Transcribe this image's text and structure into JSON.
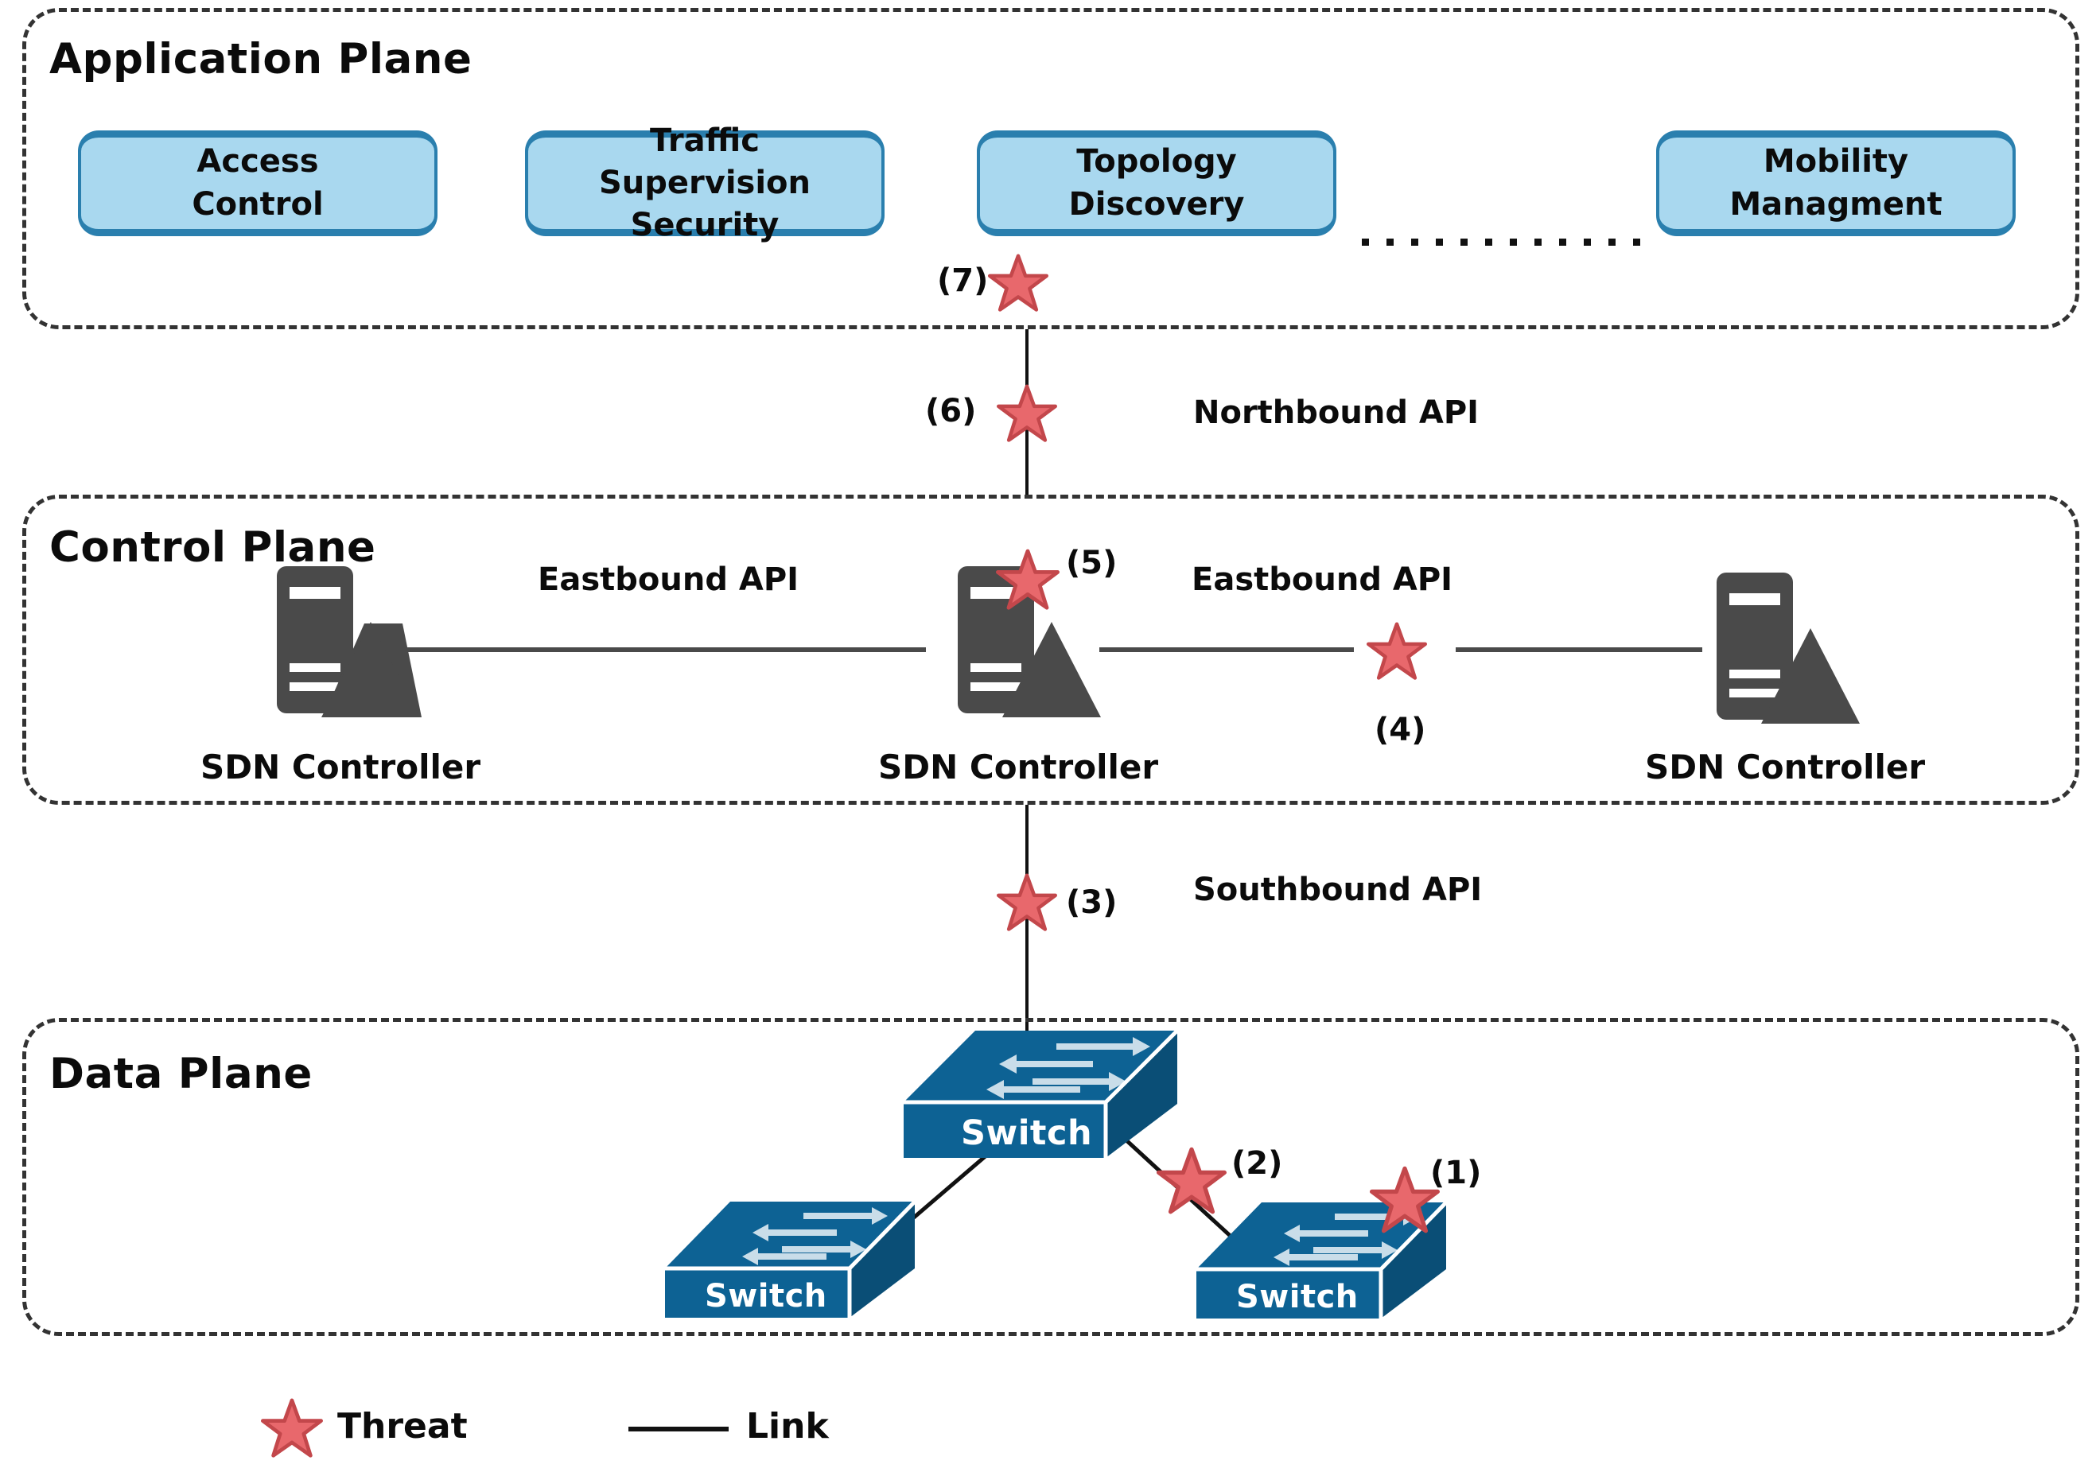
{
  "diagram": {
    "title": "SDN architecture threat model",
    "colors": {
      "app_box_fill": "#a9d8ef",
      "app_box_border": "#2a7fae",
      "threat_star_fill": "#e8686c",
      "threat_star_stroke": "#c3474b",
      "switch_blue": "#0d6294",
      "switch_blue_dark": "#0a4e76",
      "controller_gray": "#4a4a4a",
      "plane_border": "#333333",
      "link_line": "#4a4a4a"
    }
  },
  "planes": [
    {
      "id": "application-plane",
      "title": "Application Plane"
    },
    {
      "id": "control-plane",
      "title": "Control Plane"
    },
    {
      "id": "data-plane",
      "title": "Data Plane"
    }
  ],
  "application_plane": {
    "title": "Application Plane",
    "apps": [
      {
        "id": "access-control",
        "label": "Access\nControl"
      },
      {
        "id": "traffic-supervision-security",
        "label": "Traffic\nSupervision\nSecurity"
      },
      {
        "id": "topology-discovery",
        "label": "Topology\nDiscovery"
      },
      {
        "id": "mobility-managment",
        "label": "Mobility\nManagment"
      }
    ],
    "ellipsis_dots": 12
  },
  "control_plane": {
    "title": "Control Plane",
    "controllers": [
      {
        "id": "sdn-controller-left",
        "label": "SDN Controller"
      },
      {
        "id": "sdn-controller-middle",
        "label": "SDN Controller"
      },
      {
        "id": "sdn-controller-right",
        "label": "SDN Controller"
      }
    ],
    "interfaces": [
      {
        "id": "eastbound-api-left",
        "label": "Eastbound API"
      },
      {
        "id": "eastbound-api-right",
        "label": "Eastbound API"
      }
    ]
  },
  "data_plane": {
    "title": "Data Plane",
    "switches": [
      {
        "id": "switch-top",
        "label": "Switch"
      },
      {
        "id": "switch-left",
        "label": "Switch"
      },
      {
        "id": "switch-right",
        "label": "Switch"
      }
    ]
  },
  "api_labels": {
    "northbound": "Northbound API",
    "southbound": "Southbound API"
  },
  "threats": [
    {
      "id": "threat-1",
      "label": "(1)",
      "location": "switch-right top edge"
    },
    {
      "id": "threat-2",
      "label": "(2)",
      "location": "link between switch-top and switch-right"
    },
    {
      "id": "threat-3",
      "label": "(3)",
      "location": "southbound api link"
    },
    {
      "id": "threat-4",
      "label": "(4)",
      "location": "eastbound api right link"
    },
    {
      "id": "threat-5",
      "label": "(5)",
      "location": "sdn-controller-middle"
    },
    {
      "id": "threat-6",
      "label": "(6)",
      "location": "northbound api link"
    },
    {
      "id": "threat-7",
      "label": "(7)",
      "location": "topology discovery app"
    }
  ],
  "legend": {
    "items": [
      {
        "id": "legend-threat",
        "icon": "star-icon",
        "label": "Threat"
      },
      {
        "id": "legend-link",
        "icon": "line-icon",
        "label": "Link"
      }
    ]
  }
}
